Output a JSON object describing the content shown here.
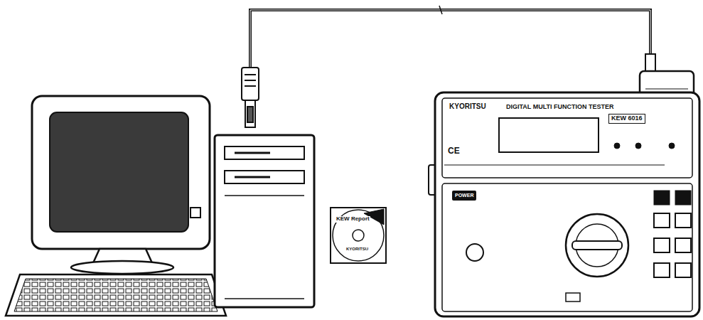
{
  "diagram": {
    "labels": [
      "KYORITSU",
      "DIGITAL MULTI FUNCTION TESTER",
      "KEW 6016",
      "CE",
      "POWER",
      "KEW Report",
      "KYORITSU"
    ]
  }
}
